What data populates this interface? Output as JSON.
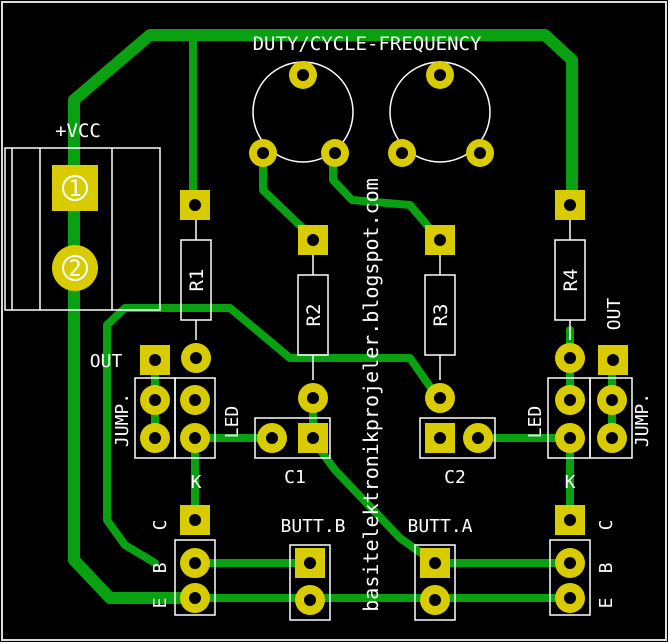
{
  "board": {
    "title": "DUTY/CYCLE-FREQUENCY",
    "watermark": "basitelektronikprojeler.blogspot.com",
    "colors": {
      "background": "#000000",
      "copper": "#09a012",
      "pad": "#d8cc00",
      "silkscreen": "#ffffff",
      "outline": "#dddddd"
    }
  },
  "labels": {
    "vcc": "+VCC",
    "pin1": "1",
    "pin2": "2",
    "r1": "R1",
    "r2": "R2",
    "r3": "R3",
    "r4": "R4",
    "c1": "C1",
    "c2": "C2",
    "out_left": "OUT",
    "out_right": "OUT",
    "jump_left": "JUMP.",
    "jump_right": "JUMP.",
    "led_left": "LED",
    "led_right": "LED",
    "k_left": "K",
    "k_right": "K",
    "c_left": "C",
    "b_left": "B",
    "e_left": "E",
    "c_right": "C",
    "b_right": "B",
    "e_right": "E",
    "butt_b": "BUTT.B",
    "butt_a": "BUTT.A"
  }
}
